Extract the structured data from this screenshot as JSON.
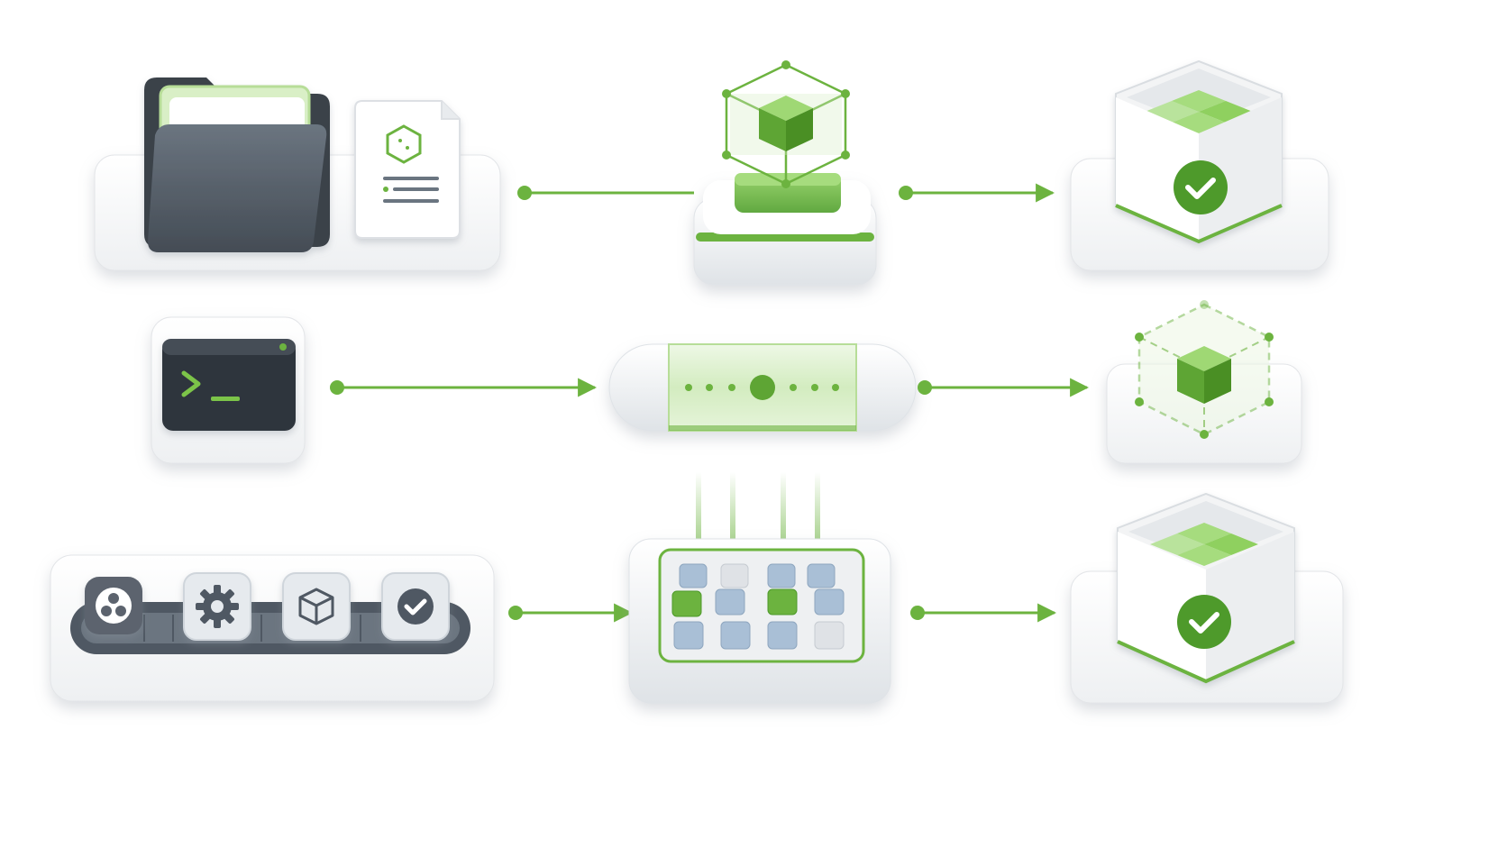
{
  "diagram": {
    "rows": [
      {
        "source": {
          "kind": "project-files",
          "icons": [
            "folder-icon",
            "manifest-file-icon"
          ]
        },
        "stage": {
          "kind": "build-cube"
        },
        "output": {
          "kind": "verified-package",
          "icons": [
            "open-box-icon",
            "check-icon"
          ]
        }
      },
      {
        "source": {
          "kind": "terminal",
          "icons": [
            "terminal-prompt-icon"
          ]
        },
        "stage": {
          "kind": "transfer-capsule"
        },
        "output": {
          "kind": "artifact-cube",
          "icons": [
            "dashed-cube-icon"
          ]
        }
      },
      {
        "source": {
          "kind": "pipeline-toolbar",
          "icons": [
            "share-nodes-icon",
            "gear-icon",
            "cube-outline-icon",
            "check-icon"
          ]
        },
        "stage": {
          "kind": "module-tray"
        },
        "output": {
          "kind": "verified-package",
          "icons": [
            "open-box-icon",
            "check-icon"
          ]
        }
      }
    ],
    "colors": {
      "accent": "#6cb33f",
      "accent_dark": "#4e9a2b",
      "accent_light": "#c9e6b5",
      "card": "#ffffff",
      "card_edge": "#e3e5e8",
      "slate": "#4f5863",
      "slate_dark": "#2f353c",
      "tile_blue": "#a9bfd6",
      "tile_gray": "#dfe2e6"
    }
  }
}
